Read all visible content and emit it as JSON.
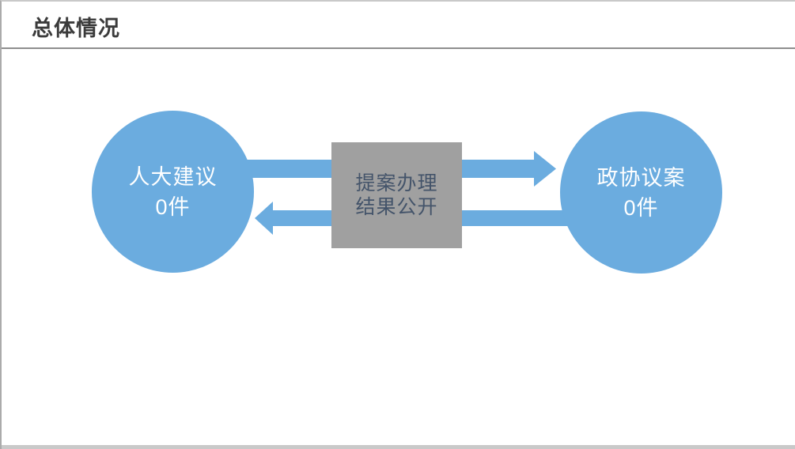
{
  "header": {
    "title": "总体情况"
  },
  "diagram": {
    "left_circle": {
      "name": "人大建议",
      "count": "0件"
    },
    "center_box": {
      "line1": "提案办理",
      "line2": "结果公开"
    },
    "right_circle": {
      "name": "政协议案",
      "count": "0件"
    }
  },
  "colors": {
    "accent_blue": "#6bacdf",
    "box_gray": "#a0a0a0",
    "box_text": "#44546a",
    "title_text": "#3b3b3b",
    "circle_text": "#ffffff"
  }
}
